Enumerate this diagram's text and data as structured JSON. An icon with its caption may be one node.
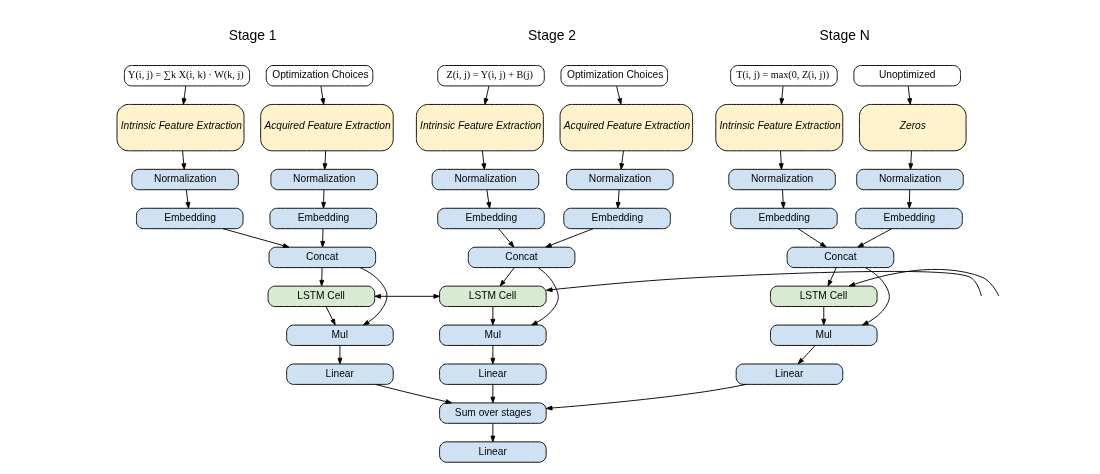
{
  "diagram": {
    "nodes": [
      {
        "text": [
          "Y(i, j) = ∑k X(i, k) · W(k, j)"
        ]
      },
      {
        "text": [
          "Optimization Choices"
        ]
      },
      {
        "text": [
          "Intrinsic Feature Extraction"
        ]
      },
      {
        "text": [
          "Acquired Feature Extraction"
        ]
      },
      {
        "text": [
          "Normalization"
        ]
      },
      {
        "text": [
          "Normalization"
        ]
      },
      {
        "text": [
          "Embedding"
        ]
      },
      {
        "text": [
          "Embedding"
        ]
      },
      {
        "text": [
          "Concat"
        ]
      },
      {
        "text": [
          "LSTM Cell"
        ]
      },
      {
        "text": [
          "Mul"
        ]
      },
      {
        "text": [
          "Linear"
        ]
      },
      {
        "text": [
          "Z(i, j) = Y(i, j) + B(j)"
        ]
      },
      {
        "text": [
          "Optimization Choices"
        ]
      },
      {
        "text": [
          "Intrinsic Feature Extraction"
        ]
      },
      {
        "text": [
          "Acquired Feature Extraction"
        ]
      },
      {
        "text": [
          "Normalization"
        ]
      },
      {
        "text": [
          "Normalization"
        ]
      },
      {
        "text": [
          "Embedding"
        ]
      },
      {
        "text": [
          "Embedding"
        ]
      },
      {
        "text": [
          "Concat"
        ]
      },
      {
        "text": [
          "LSTM Cell"
        ]
      },
      {
        "text": [
          "Mul"
        ]
      },
      {
        "text": [
          "Linear"
        ]
      },
      {
        "text": [
          "T(i, j) = max(0, Z(i, j))"
        ]
      },
      {
        "text": [
          "Unoptimized"
        ]
      },
      {
        "text": [
          "Intrinsic Feature Extraction"
        ]
      },
      {
        "text": [
          "Zeros"
        ]
      },
      {
        "text": [
          "Normalization"
        ]
      },
      {
        "text": [
          "Normalization"
        ]
      },
      {
        "text": [
          "Embedding"
        ]
      },
      {
        "text": [
          "Embedding"
        ]
      },
      {
        "text": [
          "Concat"
        ]
      },
      {
        "text": [
          "LSTM Cell"
        ]
      },
      {
        "text": [
          "Mul"
        ]
      },
      {
        "text": [
          "Linear"
        ]
      },
      {
        "text": [
          "Sum over stages"
        ]
      },
      {
        "text": [
          "Linear"
        ]
      }
    ],
    "edges": [
      {
        "from": 0,
        "to": 2,
        "arrow": "to"
      },
      {
        "from": 1,
        "to": 3,
        "arrow": "to"
      },
      {
        "from": 2,
        "to": 4,
        "arrow": "to"
      },
      {
        "from": 3,
        "to": 5,
        "arrow": "to"
      },
      {
        "from": 4,
        "to": 6,
        "arrow": "to"
      },
      {
        "from": 5,
        "to": 7,
        "arrow": "to"
      },
      {
        "from": 6,
        "to": 8,
        "arrow": "to"
      },
      {
        "from": 7,
        "to": 8,
        "arrow": "to"
      },
      {
        "from": 8,
        "to": 9,
        "arrow": "to"
      },
      {
        "from": 8,
        "to": 10,
        "arrow": "to"
      },
      {
        "from": 9,
        "to": 10,
        "arrow": "to"
      },
      {
        "from": 10,
        "to": 11,
        "arrow": "to"
      },
      {
        "from": 12,
        "to": 14,
        "arrow": "to"
      },
      {
        "from": 13,
        "to": 15,
        "arrow": "to"
      },
      {
        "from": 14,
        "to": 16,
        "arrow": "to"
      },
      {
        "from": 15,
        "to": 17,
        "arrow": "to"
      },
      {
        "from": 16,
        "to": 18,
        "arrow": "to"
      },
      {
        "from": 17,
        "to": 19,
        "arrow": "to"
      },
      {
        "from": 18,
        "to": 20,
        "arrow": "to"
      },
      {
        "from": 19,
        "to": 20,
        "arrow": "to"
      },
      {
        "from": 20,
        "to": 21,
        "arrow": "to"
      },
      {
        "from": 20,
        "to": 22,
        "arrow": "to"
      },
      {
        "from": 21,
        "to": 22,
        "arrow": "to"
      },
      {
        "from": 22,
        "to": 23,
        "arrow": "to"
      },
      {
        "from": 24,
        "to": 26,
        "arrow": "to"
      },
      {
        "from": 25,
        "to": 27,
        "arrow": "to"
      },
      {
        "from": 26,
        "to": 28,
        "arrow": "to"
      },
      {
        "from": 27,
        "to": 29,
        "arrow": "to"
      },
      {
        "from": 28,
        "to": 30,
        "arrow": "to"
      },
      {
        "from": 29,
        "to": 31,
        "arrow": "to"
      },
      {
        "from": 30,
        "to": 32,
        "arrow": "to"
      },
      {
        "from": 31,
        "to": 32,
        "arrow": "to"
      },
      {
        "from": 32,
        "to": 33,
        "arrow": "to"
      },
      {
        "from": 32,
        "to": 34,
        "arrow": "to"
      },
      {
        "from": 33,
        "to": 34,
        "arrow": "to"
      },
      {
        "from": 34,
        "to": 35,
        "arrow": "to"
      },
      {
        "from": 9,
        "to": 21,
        "arrow": "both"
      },
      {
        "from": null,
        "to": 21,
        "arrow": "to"
      },
      {
        "from": null,
        "to": 33,
        "arrow": "to"
      },
      {
        "from": 11,
        "to": 36,
        "arrow": "to"
      },
      {
        "from": 23,
        "to": 36,
        "arrow": "to"
      },
      {
        "from": 35,
        "to": 36,
        "arrow": "to"
      },
      {
        "from": 36,
        "to": 37,
        "arrow": "to"
      }
    ],
    "labels": [
      "Stage 1",
      "Stage 2",
      "Stage N"
    ]
  }
}
